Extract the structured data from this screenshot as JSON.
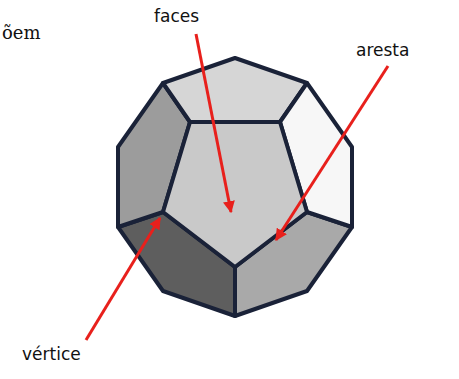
{
  "diagram": {
    "labels": [
      "õem",
      "faces",
      "aresta",
      "vértice"
    ]
  }
}
